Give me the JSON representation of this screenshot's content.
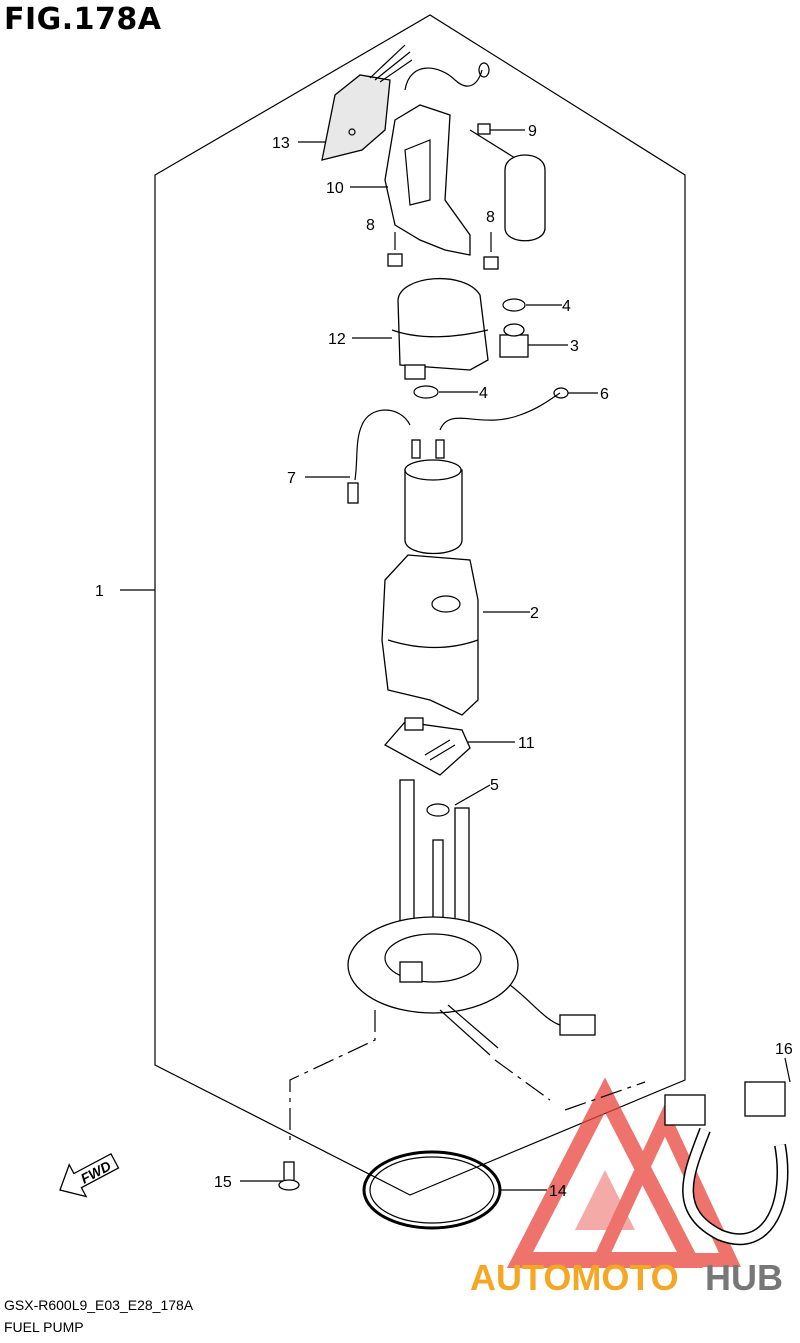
{
  "figure": {
    "title": "FIG.178A",
    "model_code": "GSX-R600L9_E03_E28_178A",
    "name": "FUEL PUMP",
    "direction_label": "FWD"
  },
  "callouts": [
    "1",
    "2",
    "3",
    "4",
    "4",
    "5",
    "6",
    "7",
    "8",
    "8",
    "9",
    "10",
    "11",
    "12",
    "13",
    "14",
    "15",
    "16"
  ],
  "watermark": {
    "text_orange": "AUTOMOTO",
    "text_grey": "HUB",
    "colors": {
      "orange": "#f5a623",
      "grey": "#777777",
      "triangle": "#e8453c"
    }
  }
}
